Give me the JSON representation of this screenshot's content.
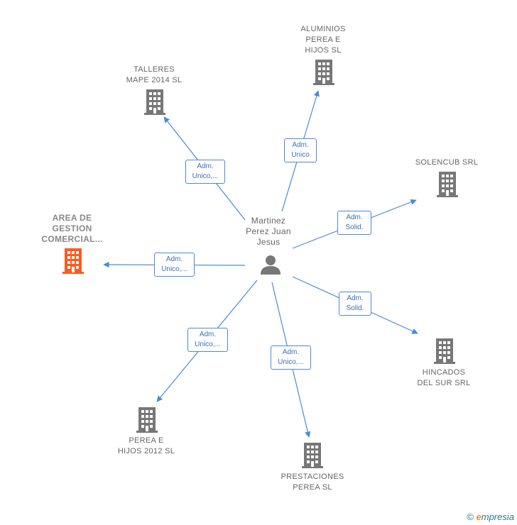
{
  "center": {
    "name": "Martinez\nPerez Juan\nJesus"
  },
  "nodes": [
    {
      "id": "talleres",
      "label": "TALLERES\nMAPE 2014  SL",
      "color": "#777777"
    },
    {
      "id": "aluminios",
      "label": "ALUMINIOS\nPEREA E\nHIJOS  SL",
      "color": "#777777"
    },
    {
      "id": "solencub",
      "label": "SOLENCUB SRL",
      "color": "#777777"
    },
    {
      "id": "area",
      "label": "AREA DE\nGESTION\nCOMERCIAL...",
      "color": "#ff5a1f"
    },
    {
      "id": "hincados",
      "label": "HINCADOS\nDEL SUR SRL",
      "color": "#777777"
    },
    {
      "id": "perea2012",
      "label": "PEREA E\nHIJOS 2012 SL",
      "color": "#777777"
    },
    {
      "id": "prestaciones",
      "label": "PRESTACIONES\nPEREA  SL",
      "color": "#777777"
    }
  ],
  "edges": [
    {
      "to": "talleres",
      "line1": "Adm.",
      "line2": "Unico,..."
    },
    {
      "to": "aluminios",
      "line1": "Adm.",
      "line2": "Unico"
    },
    {
      "to": "solencub",
      "line1": "Adm.",
      "line2": "Solid."
    },
    {
      "to": "area",
      "line1": "Adm.",
      "line2": "Unico,..."
    },
    {
      "to": "hincados",
      "line1": "Adm.",
      "line2": "Solid."
    },
    {
      "to": "perea2012",
      "line1": "Adm.",
      "line2": "Unico,..."
    },
    {
      "to": "prestaciones",
      "line1": "Adm.",
      "line2": "Unico,..."
    }
  ],
  "colors": {
    "edge": "#4a8ad6",
    "building": "#777777",
    "highlight": "#ff5a1f",
    "person": "#777777"
  },
  "footer": {
    "copyright": "©",
    "brand_first": "e",
    "brand_rest": "mpresia"
  }
}
